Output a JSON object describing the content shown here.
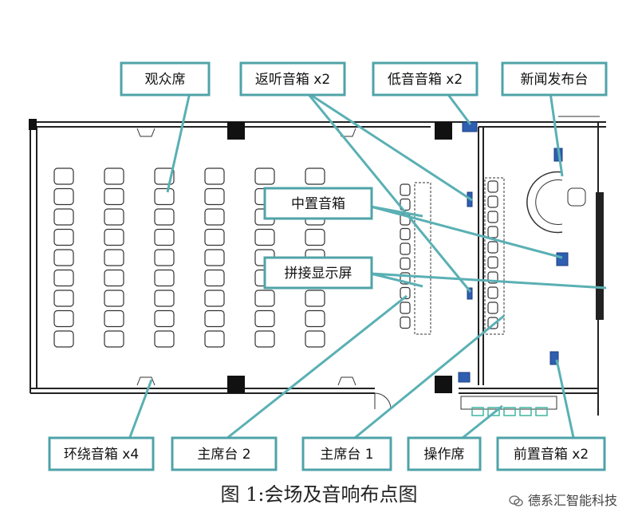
{
  "labels": {
    "audience": "观众席",
    "return_speakers": "返听音箱 x2",
    "subwoofer": "低音音箱 x2",
    "press_podium": "新闻发布台",
    "center_speaker": "中置音箱",
    "video_wall": "拼接显示屏",
    "surround_speakers": "环绕音箱 x4",
    "presidium_2": "主席台 2",
    "presidium_1": "主席台 1",
    "operator_desk": "操作席",
    "front_speakers": "前置音箱 x2"
  },
  "caption": "图 1:会场及音响布点图",
  "watermark": {
    "text": "德系汇智能科技",
    "icon": "wechat-icon"
  },
  "colors": {
    "callout": "#4fa3a8",
    "speaker": "#2f5fb0",
    "operator_seat": "#3fb6a0"
  }
}
